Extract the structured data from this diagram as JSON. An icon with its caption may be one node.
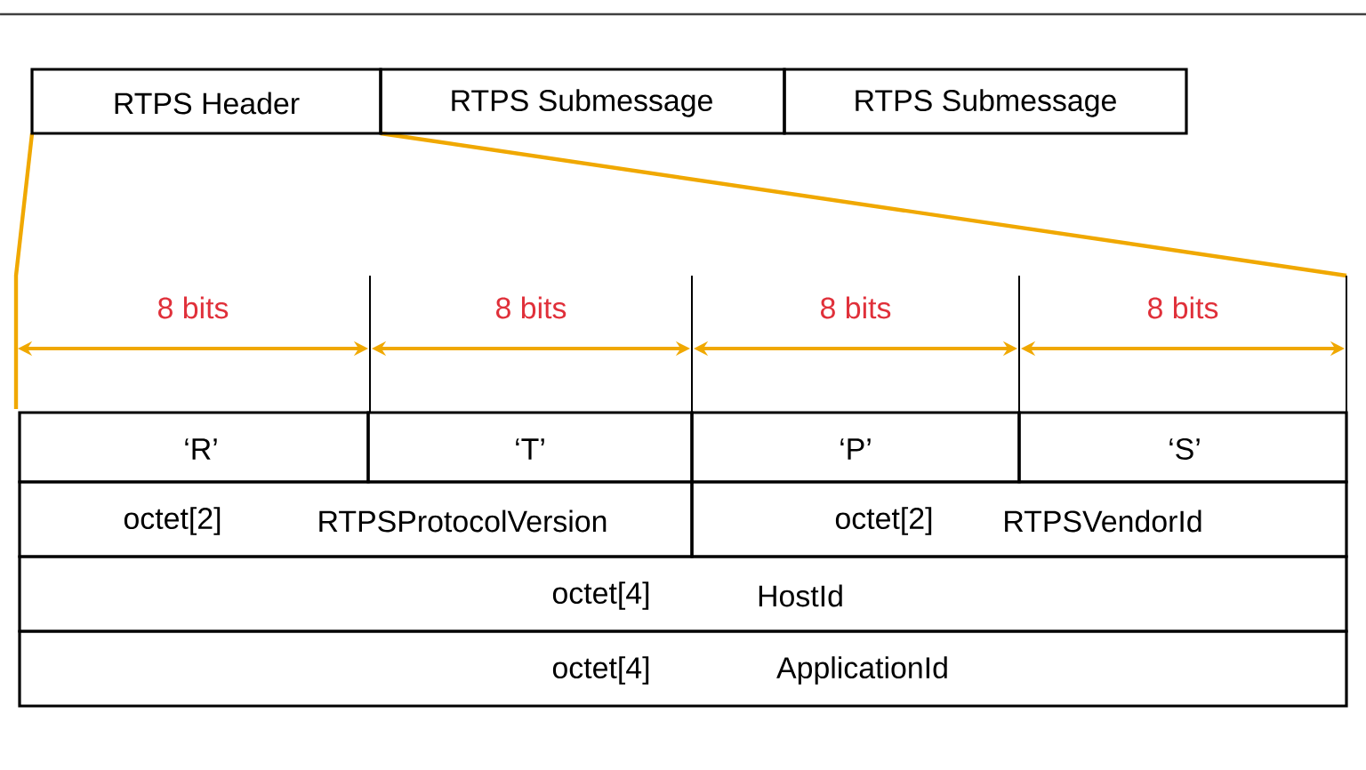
{
  "diagram": {
    "nodes": [
      {
        "text": [
          "RTPS Header"
        ]
      },
      {
        "text": [
          "RTPS Submessage"
        ]
      },
      {
        "text": [
          "RTPS Submessage"
        ]
      },
      {
        "text": [
          "‘R’"
        ]
      },
      {
        "text": [
          "‘T’"
        ]
      },
      {
        "text": [
          "‘P’"
        ]
      },
      {
        "text": [
          "‘S’"
        ]
      },
      {
        "text": [
          "octet[2]",
          "RTPSProtocolVersion"
        ]
      },
      {
        "text": [
          "octet[2]",
          "RTPSVendorId"
        ]
      },
      {
        "text": [
          "octet[4]",
          "HostId"
        ]
      },
      {
        "text": [
          "octet[4]",
          "ApplicationId"
        ]
      }
    ],
    "labels": [
      "8 bits",
      "8 bits",
      "8 bits",
      "8 bits"
    ]
  }
}
